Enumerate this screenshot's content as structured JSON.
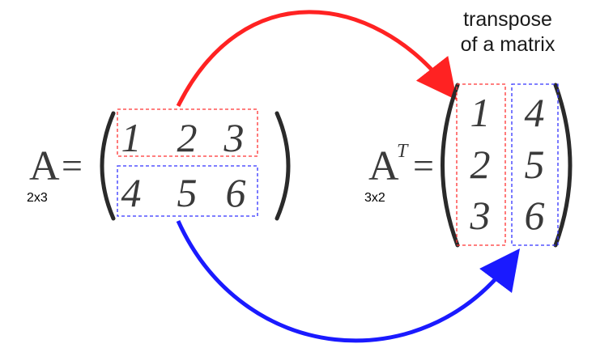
{
  "caption": {
    "line1": "transpose",
    "line2": "of a matrix"
  },
  "matrix_a": {
    "name": "A",
    "equals": "=",
    "dims": "2x3",
    "rows": [
      [
        "1",
        "2",
        "3"
      ],
      [
        "4",
        "5",
        "6"
      ]
    ]
  },
  "matrix_at": {
    "name": "A",
    "superscript": "T",
    "equals": "=",
    "dims": "3x2",
    "columns": [
      [
        "1",
        "2",
        "3"
      ],
      [
        "4",
        "5",
        "6"
      ]
    ]
  },
  "colors": {
    "row1_highlight": "#ff3333",
    "row2_highlight": "#3333ff",
    "red_arrow": "#ff2222",
    "blue_arrow": "#1a1aff",
    "text": "#3a3a3a"
  }
}
